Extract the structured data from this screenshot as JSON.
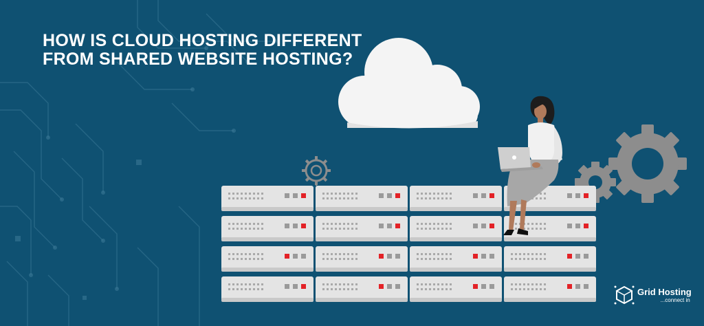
{
  "headline": {
    "line1": "HOW IS CLOUD HOSTING DIFFERENT",
    "line2": "FROM SHARED WEBSITE HOSTING?"
  },
  "brand": {
    "name": "Grid Hosting",
    "tagline": "...connect in"
  },
  "colors": {
    "background": "#0f5172",
    "server_body": "#e4e4e4",
    "indicator_red": "#e32227",
    "gear": "#8d8d8d",
    "cloud": "#f4f4f4"
  },
  "icons": [
    "circuit-pattern",
    "cloud-icon",
    "gear-icon",
    "server-rack",
    "woman-with-laptop",
    "grid-hosting-logo-icon"
  ]
}
